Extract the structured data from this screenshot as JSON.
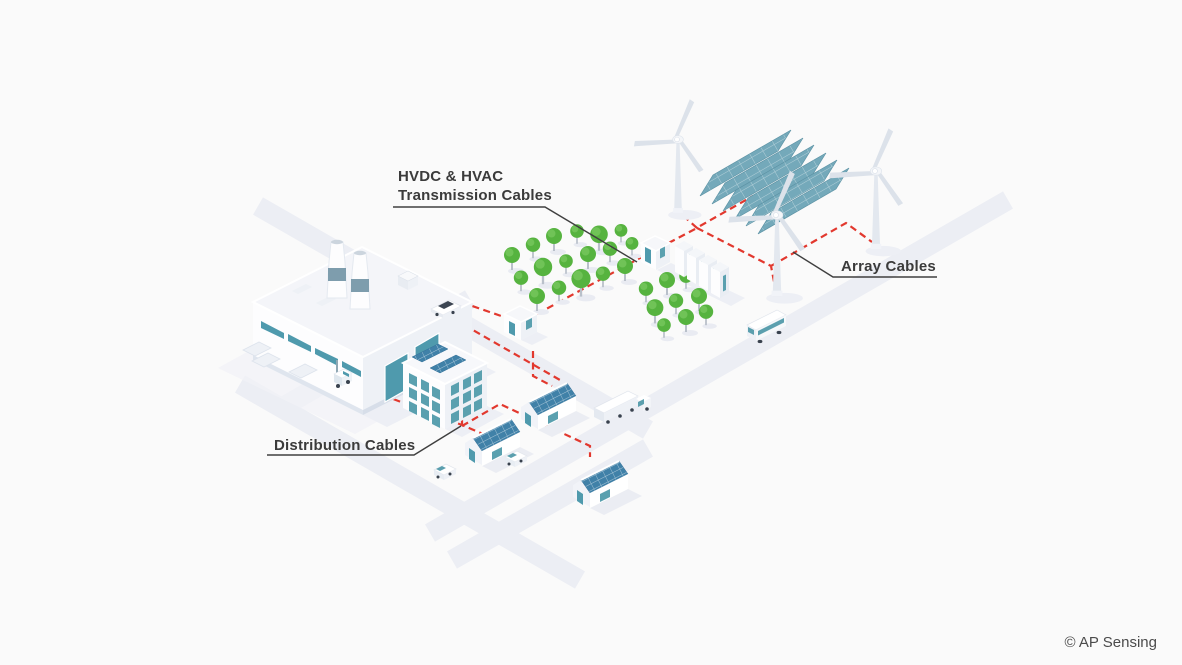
{
  "labels": {
    "transmission": {
      "line1": "HVDC & HVAC",
      "line2": "Transmission Cables"
    },
    "array": "Array Cables",
    "distribution": "Distribution Cables"
  },
  "watermark": "© AP Sensing",
  "colors": {
    "background": "#fafafa",
    "road": "#eceef4",
    "cable_red": "#e2382e",
    "leader_line": "#3f3f3f",
    "text": "#3b3b3b",
    "tree_green": "#56b33f",
    "solar_farm_panel": "#74a9ba",
    "rooftop_panel": "#4081a8",
    "window_teal": "#4f9aad",
    "building_white": "#ffffff",
    "building_shade": "#eef1f6",
    "chimney_band": "#7e9dad"
  },
  "scene": {
    "components": [
      "power-plant",
      "smokestacks",
      "forklift",
      "pallets",
      "transmission-hut",
      "converter-substation",
      "transformer-cabinets",
      "solar-farm",
      "wind-turbines",
      "trees",
      "office-building",
      "houses-with-rooftop-solar",
      "car",
      "bus",
      "semi-truck",
      "delivery-vans",
      "roads",
      "hvdc-hvac-transmission-cable",
      "array-cables",
      "distribution-cables"
    ]
  }
}
